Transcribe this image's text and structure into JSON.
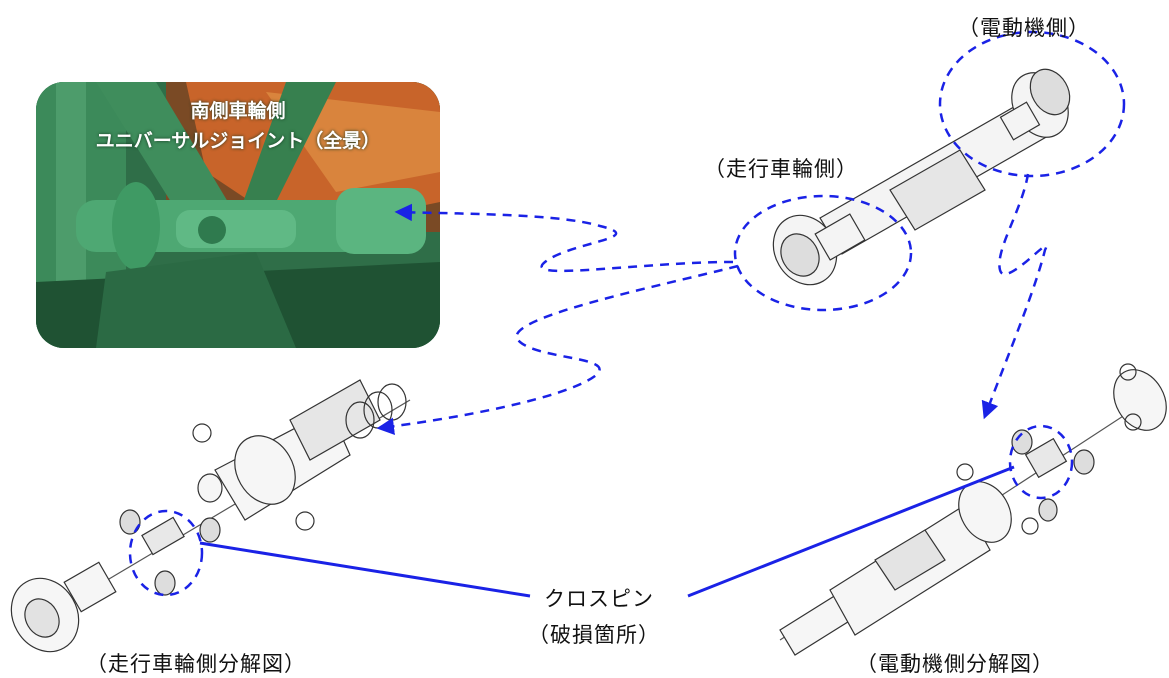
{
  "photo": {
    "title_line1": "南側車輪側",
    "title_line2": "ユニバーサルジョイント（全景）"
  },
  "labels": {
    "motor_side": "（電動機側）",
    "wheel_side": "（走行車輪側）",
    "cross_pin": "クロスピン",
    "damage_location": "（破損箇所）",
    "wheel_exploded": "（走行車輪側分解図）",
    "motor_exploded": "（電動機側分解図）"
  },
  "colors": {
    "arrow": "#1a22e6",
    "photo_green": "#2f7a4e",
    "photo_orange": "#c8642a"
  }
}
